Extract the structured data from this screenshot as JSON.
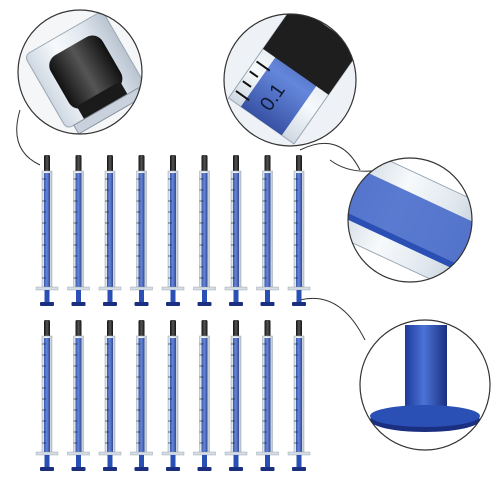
{
  "image": {
    "subject": "syringes",
    "rows": 2,
    "syringes_per_row": 9,
    "magnified_details": [
      "needle-tip-cap",
      "barrel-scale-marking",
      "plunger-barrel-seal",
      "plunger-base-flange"
    ],
    "magnified_scale_text": "0.1",
    "colors": {
      "plunger": "#2a4fb5",
      "plunger_dark": "#1a2f80",
      "barrel": "#e8eef4",
      "cap": "#2b2b2b",
      "leader_line": "#333333"
    }
  }
}
